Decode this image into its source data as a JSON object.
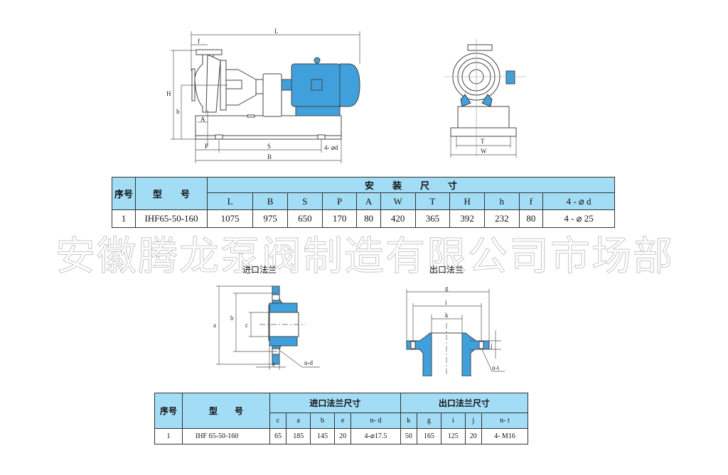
{
  "colors": {
    "pump_blue": "#3fa0dc",
    "table_header": "#a3dcf5",
    "line": "#444444"
  },
  "watermark": "安徽腾龙泵阀制造有限公司市场部",
  "side_view": {
    "labels": {
      "L": "L",
      "f": "f",
      "H": "H",
      "h": "h",
      "A": "A",
      "P": "P",
      "S": "S",
      "B": "B",
      "bolt": "4- ⌀d"
    }
  },
  "front_view": {
    "labels": {
      "T": "T",
      "W": "W"
    }
  },
  "inlet_flange": {
    "title": "进口法兰",
    "labels": {
      "a": "a",
      "b": "b",
      "c": "c",
      "e": "e",
      "nd": "n-d"
    }
  },
  "outlet_flange": {
    "title": "出口法兰",
    "labels": {
      "g": "g",
      "i": "i",
      "k": "k",
      "j": "j",
      "nt": "n-t"
    }
  },
  "install_table": {
    "col_no": "序号",
    "col_model": "型　　号",
    "group": "安　　装　　尺　　寸",
    "headers": [
      "L",
      "B",
      "S",
      "P",
      "A",
      "W",
      "T",
      "H",
      "h",
      "f",
      "4 - ⌀ d"
    ],
    "rows": [
      {
        "no": "1",
        "model": "IHF65-50-160",
        "values": [
          "1075",
          "975",
          "650",
          "170",
          "80",
          "420",
          "365",
          "392",
          "232",
          "80",
          "4 - ⌀ 25"
        ]
      }
    ]
  },
  "flange_table": {
    "col_no": "序号",
    "col_model": "型　　号",
    "inlet_group": "进口法兰尺寸",
    "outlet_group": "出口法兰尺寸",
    "inlet_headers": [
      "c",
      "a",
      "b",
      "e",
      "n- d"
    ],
    "outlet_headers": [
      "k",
      "g",
      "i",
      "j",
      "n- t"
    ],
    "rows": [
      {
        "no": "1",
        "model": "IHF 65-50-160",
        "inlet": [
          "65",
          "185",
          "145",
          "20",
          "4-⌀17.5"
        ],
        "outlet": [
          "50",
          "165",
          "125",
          "20",
          "4- M16"
        ]
      }
    ]
  }
}
